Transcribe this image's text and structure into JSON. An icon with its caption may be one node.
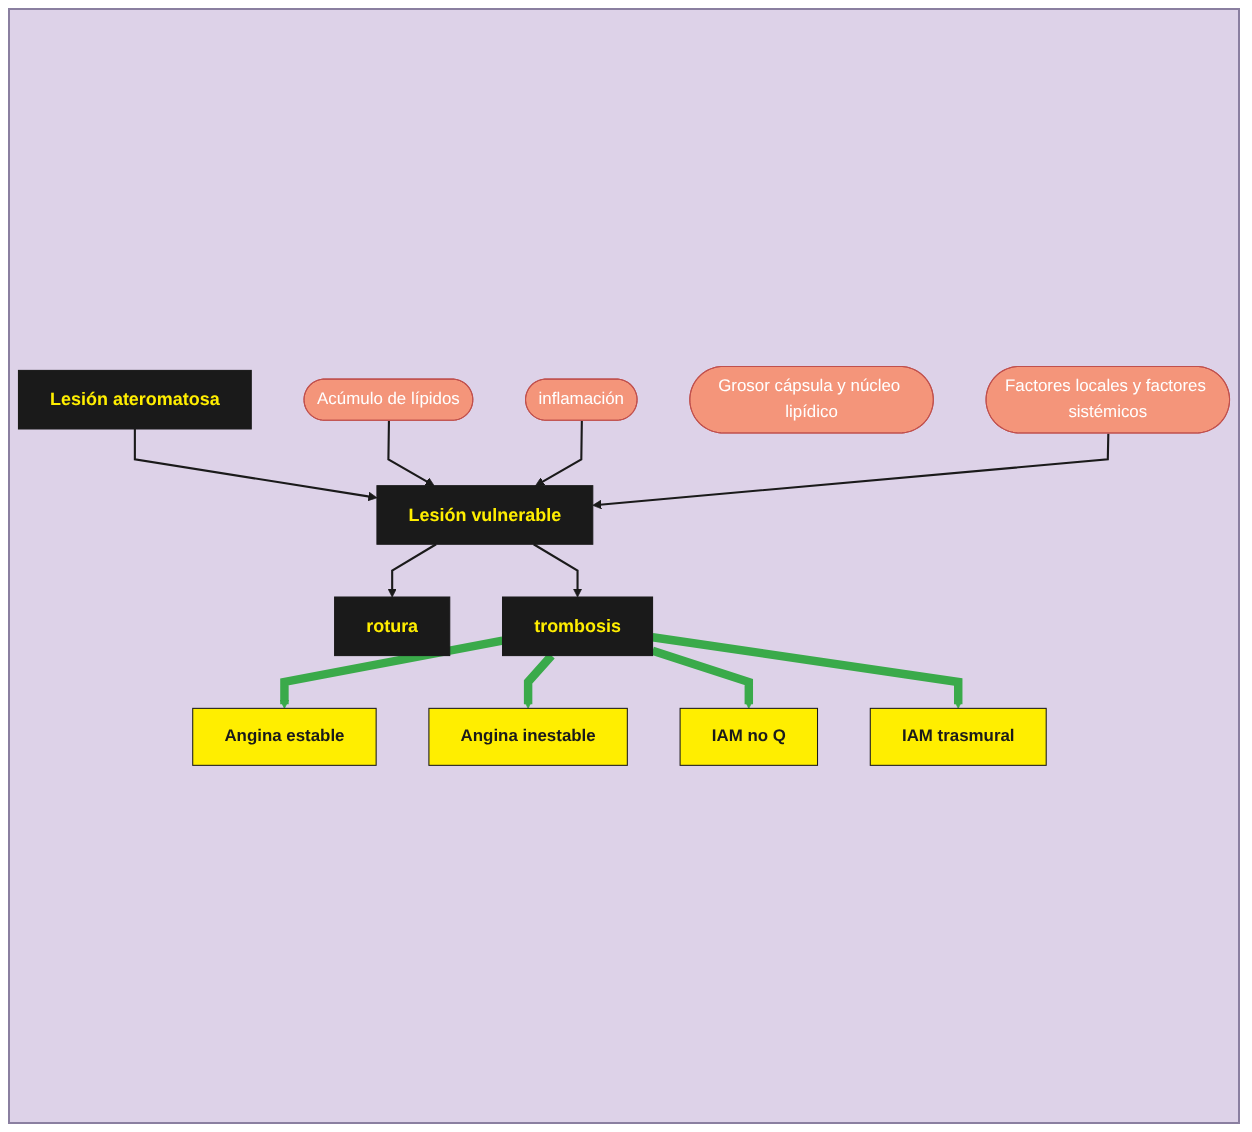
{
  "diagram": {
    "nodes": [
      {
        "text": [
          "Lesión ateromatosa"
        ]
      },
      {
        "text": [
          "Acúmulo de lípidos"
        ]
      },
      {
        "text": [
          "inflamación"
        ]
      },
      {
        "text": [
          "Lesión vulnerable"
        ]
      },
      {
        "text": [
          "Grosor cápsula y núcleo lipídico"
        ]
      },
      {
        "text": [
          "rotura"
        ]
      },
      {
        "text": [
          "trombosis"
        ]
      },
      {
        "text": [
          "Factores locales y factores sistémicos"
        ]
      },
      {
        "text": [
          "Angina estable"
        ]
      },
      {
        "text": [
          "Angina inestable"
        ]
      },
      {
        "text": [
          "IAM no Q"
        ]
      },
      {
        "text": [
          "IAM trasmural"
        ]
      }
    ],
    "edges": [
      {
        "from": 0,
        "to": 3,
        "arrow": "to",
        "color": "#1a1a1a"
      },
      {
        "from": 1,
        "to": 3,
        "arrow": "to",
        "color": "#1a1a1a"
      },
      {
        "from": 2,
        "to": 3,
        "arrow": "to",
        "color": "#1a1a1a"
      },
      {
        "from": 7,
        "to": 3,
        "arrow": "to",
        "color": "#1a1a1a"
      },
      {
        "from": 3,
        "to": 5,
        "arrow": "to",
        "color": "#1a1a1a"
      },
      {
        "from": 3,
        "to": 6,
        "arrow": "to",
        "color": "#1a1a1a"
      },
      {
        "from": 6,
        "to": 8,
        "arrow": "to",
        "style": "thick",
        "color": "#3aaa4a"
      },
      {
        "from": 6,
        "to": 9,
        "arrow": "to",
        "style": "thick",
        "color": "#3aaa4a"
      },
      {
        "from": 6,
        "to": 10,
        "arrow": "to",
        "style": "thick",
        "color": "#3aaa4a"
      },
      {
        "from": 6,
        "to": 11,
        "arrow": "to",
        "style": "thick",
        "color": "#3aaa4a"
      }
    ]
  }
}
